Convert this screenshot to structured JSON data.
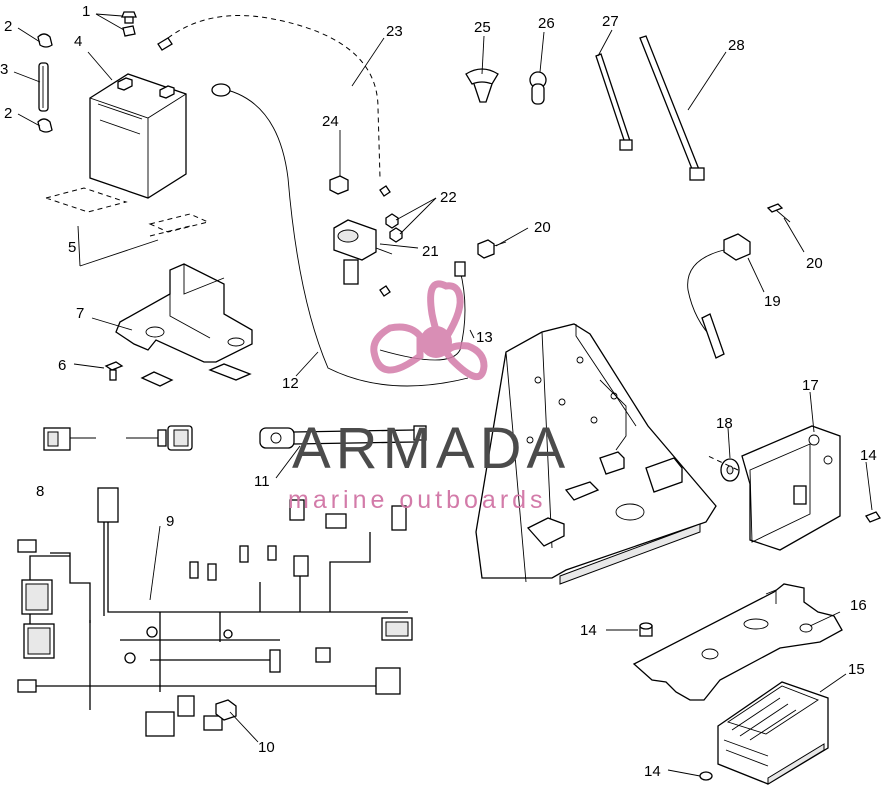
{
  "callouts": [
    {
      "n": "1"
    },
    {
      "n": "2"
    },
    {
      "n": "3"
    },
    {
      "n": "2"
    },
    {
      "n": "4"
    },
    {
      "n": "5"
    },
    {
      "n": "6"
    },
    {
      "n": "7"
    },
    {
      "n": "8"
    },
    {
      "n": "9"
    },
    {
      "n": "10"
    },
    {
      "n": "11"
    },
    {
      "n": "12"
    },
    {
      "n": "13"
    },
    {
      "n": "14"
    },
    {
      "n": "14"
    },
    {
      "n": "14"
    },
    {
      "n": "15"
    },
    {
      "n": "16"
    },
    {
      "n": "17"
    },
    {
      "n": "18"
    },
    {
      "n": "19"
    },
    {
      "n": "20"
    },
    {
      "n": "20"
    },
    {
      "n": "21"
    },
    {
      "n": "22"
    },
    {
      "n": "23"
    },
    {
      "n": "24"
    },
    {
      "n": "25"
    },
    {
      "n": "26"
    },
    {
      "n": "27"
    },
    {
      "n": "28"
    }
  ],
  "watermark": {
    "title": "ARMADA",
    "subtitle": "marine outboards",
    "logo_icon": "propeller-logo-icon",
    "title_color": "#4b4b4b",
    "accent_color": "#d37ba9"
  },
  "colors": {
    "line": "#000000",
    "background": "#ffffff"
  }
}
